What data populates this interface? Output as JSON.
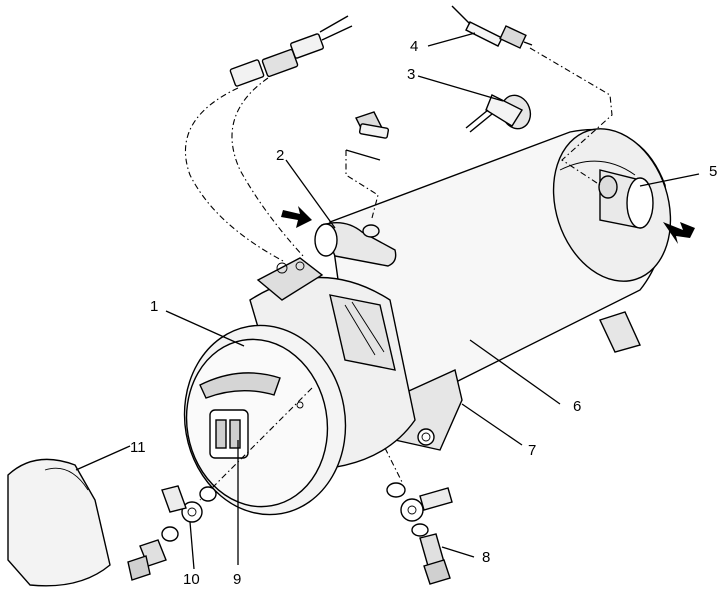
{
  "figure": {
    "colors": {
      "line": "#000000",
      "shade": "#d9d9d9",
      "light": "#f4f4f4",
      "background": "#ffffff"
    },
    "callouts": [
      {
        "id": "1",
        "label": "1",
        "part": "motor-housing"
      },
      {
        "id": "2",
        "label": "2",
        "part": "intake-elbow"
      },
      {
        "id": "3",
        "label": "3",
        "part": "knock-sensor"
      },
      {
        "id": "4",
        "label": "4",
        "part": "temperature-sensor"
      },
      {
        "id": "5",
        "label": "5",
        "part": "exhaust-outlet"
      },
      {
        "id": "6",
        "label": "6",
        "part": "heater-body"
      },
      {
        "id": "7",
        "label": "7",
        "part": "mounting-bracket"
      },
      {
        "id": "8",
        "label": "8",
        "part": "banjo-bolt"
      },
      {
        "id": "9",
        "label": "9",
        "part": "electrical-connector"
      },
      {
        "id": "10",
        "label": "10",
        "part": "banjo-fitting"
      },
      {
        "id": "11",
        "label": "11",
        "part": "protective-cap"
      }
    ]
  }
}
